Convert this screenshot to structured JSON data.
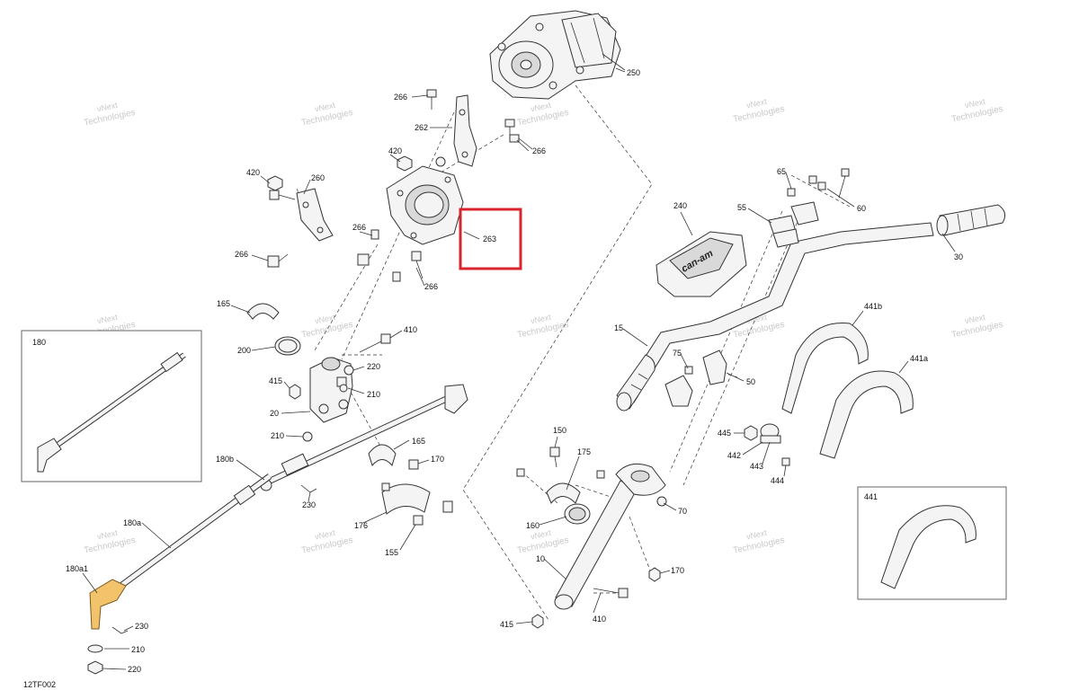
{
  "diagram_code": "12TF002",
  "watermark_text": [
    "vNext",
    "Technologies"
  ],
  "highlight_color": "#d9232d",
  "accent_part_color": "#f2c36b",
  "labels": {
    "l250": "250",
    "l266a": "266",
    "l262": "262",
    "l266b": "266",
    "l420a": "420",
    "l420b": "420",
    "l260": "260",
    "l263": "263",
    "l266c": "266",
    "l266d": "266",
    "l266e": "266",
    "l165a": "165",
    "l410a": "410",
    "l200": "200",
    "l220a": "220",
    "l415a": "415",
    "l210a": "210",
    "l20": "20",
    "l210b": "210",
    "l165b": "165",
    "l180b": "180b",
    "l170a": "170",
    "l230a": "230",
    "l176": "176",
    "l155": "155",
    "l180": "180",
    "l180a": "180a",
    "l180a1": "180a1",
    "l230b": "230",
    "l210c": "210",
    "l220b": "220",
    "l65": "65",
    "l60": "60",
    "l55": "55",
    "l240": "240",
    "l30": "30",
    "l15": "15",
    "l75": "75",
    "l50": "50",
    "l441b": "441b",
    "l441a": "441a",
    "l445": "445",
    "l442": "442",
    "l443": "443",
    "l444": "444",
    "l150": "150",
    "l175": "175",
    "l160": "160",
    "l70": "70",
    "l10": "10",
    "l170b": "170",
    "l410b": "410",
    "l415b": "415",
    "l441": "441"
  },
  "brand_mark": "can-am"
}
